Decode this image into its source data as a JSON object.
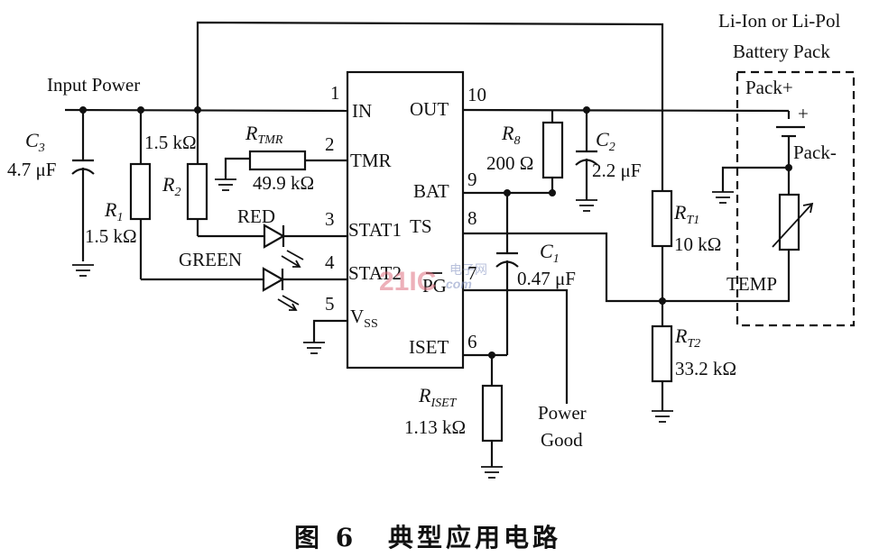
{
  "caption": {
    "figure": "图 6",
    "title": "典型应用电路"
  },
  "input": {
    "label": "Input Power"
  },
  "battery": {
    "title_line1": "Li-Ion or Li-Pol",
    "title_line2": "Battery Pack",
    "pack_plus": "Pack+",
    "pack_minus": "Pack-",
    "plus_sign": "+",
    "temp": "TEMP"
  },
  "ic": {
    "pins_left": [
      {
        "num": "1",
        "name": "IN"
      },
      {
        "num": "2",
        "name": "TMR"
      },
      {
        "num": "3",
        "name": "STAT1"
      },
      {
        "num": "4",
        "name": "STAT2"
      },
      {
        "num": "5",
        "name": "V",
        "sub": "SS"
      }
    ],
    "pins_right": [
      {
        "num": "10",
        "name": "OUT"
      },
      {
        "num": "9",
        "name": "BAT"
      },
      {
        "num": "8",
        "name": "TS"
      },
      {
        "num": "7",
        "name": "PG"
      },
      {
        "num": "6",
        "name": "ISET"
      }
    ]
  },
  "components": {
    "C3": {
      "name": "C",
      "sub": "3",
      "value": "4.7 μF"
    },
    "R1": {
      "name": "R",
      "sub": "1",
      "value": "1.5 kΩ"
    },
    "R2": {
      "name": "R",
      "sub": "2",
      "value": "1.5 kΩ"
    },
    "RTMR": {
      "name": "R",
      "sub": "TMR",
      "value": "49.9 kΩ"
    },
    "R8": {
      "name": "R",
      "sub": "8",
      "value": "200 Ω"
    },
    "C2": {
      "name": "C",
      "sub": "2",
      "value": "2.2 μF"
    },
    "C1": {
      "name": "C",
      "sub": "1",
      "value": "0.47 μF"
    },
    "RISET": {
      "name": "R",
      "sub": "ISET",
      "value": "1.13 kΩ"
    },
    "RT1": {
      "name": "R",
      "sub": "T1",
      "value": "10 kΩ"
    },
    "RT2": {
      "name": "R",
      "sub": "T2",
      "value": "33.2 kΩ"
    }
  },
  "leds": {
    "red": "RED",
    "green": "GREEN"
  },
  "power_good": {
    "line1": "Power",
    "line2": "Good"
  },
  "watermark": {
    "number": "21IC",
    "cn": "电子网",
    "com": "com"
  }
}
